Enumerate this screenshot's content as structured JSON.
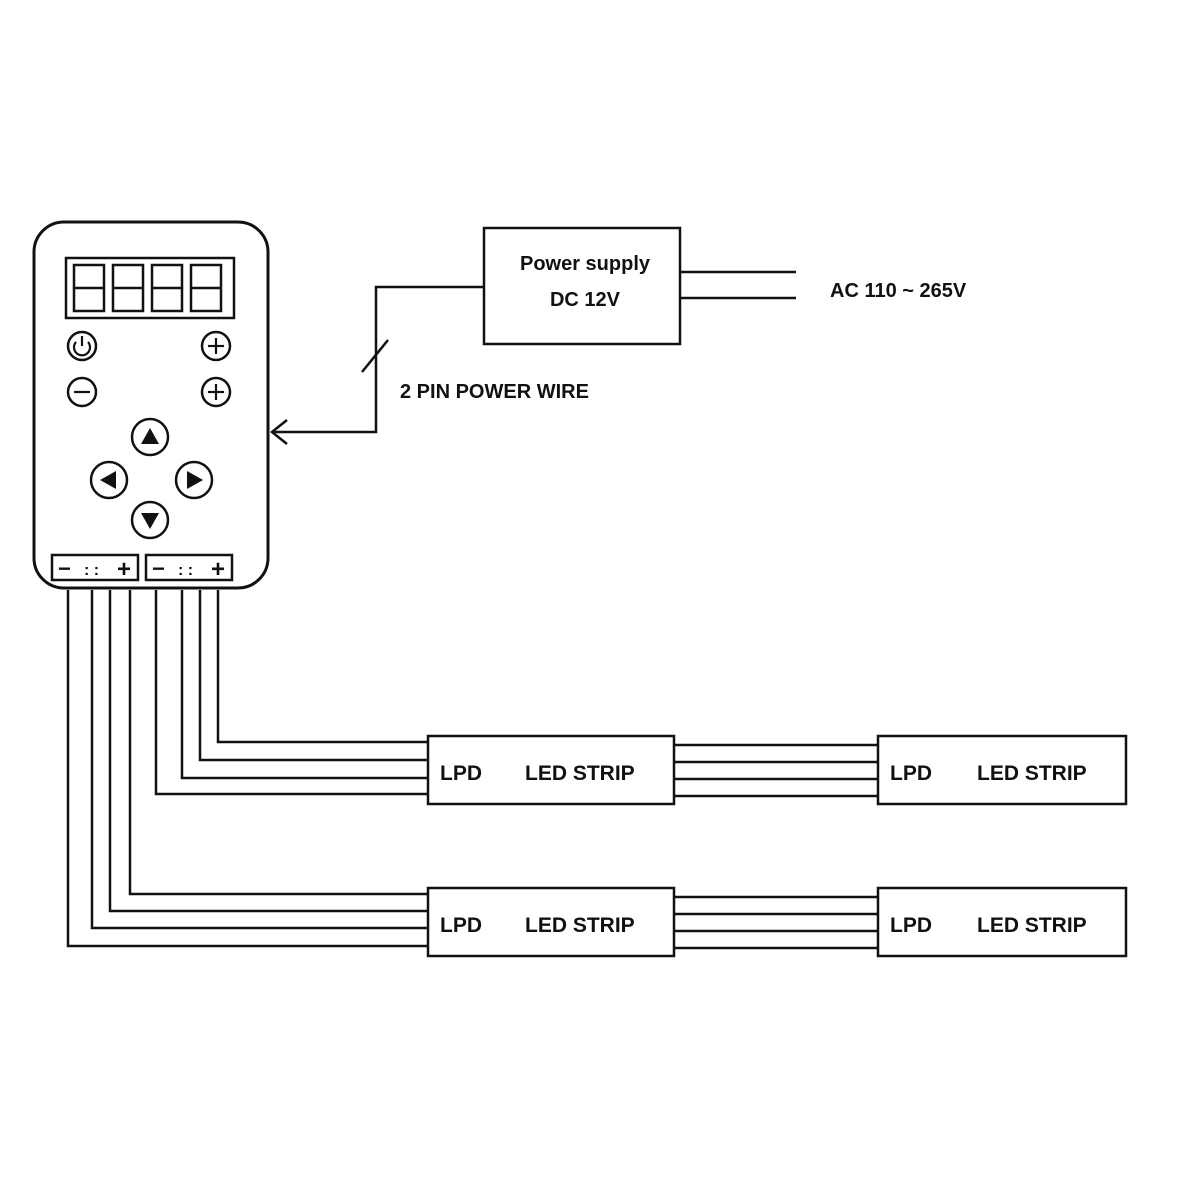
{
  "power_supply": {
    "line1": "Power supply",
    "line2": "DC  12V"
  },
  "ac_label": "AC 110 ~ 265V",
  "power_wire_label": "2 PIN POWER WIRE",
  "strips": [
    {
      "left": "LPD",
      "right": "LED STRIP"
    },
    {
      "left": "LPD",
      "right": "LED STRIP"
    },
    {
      "left": "LPD",
      "right": "LED STRIP"
    },
    {
      "left": "LPD",
      "right": "LED STRIP"
    }
  ],
  "terminals": {
    "minus": "−",
    "plus": "+"
  },
  "controller": {
    "icons": [
      "power-icon",
      "plus-icon",
      "minus-icon",
      "plus-icon",
      "arrow-up-icon",
      "arrow-left-icon",
      "arrow-right-icon",
      "arrow-down-icon"
    ]
  }
}
